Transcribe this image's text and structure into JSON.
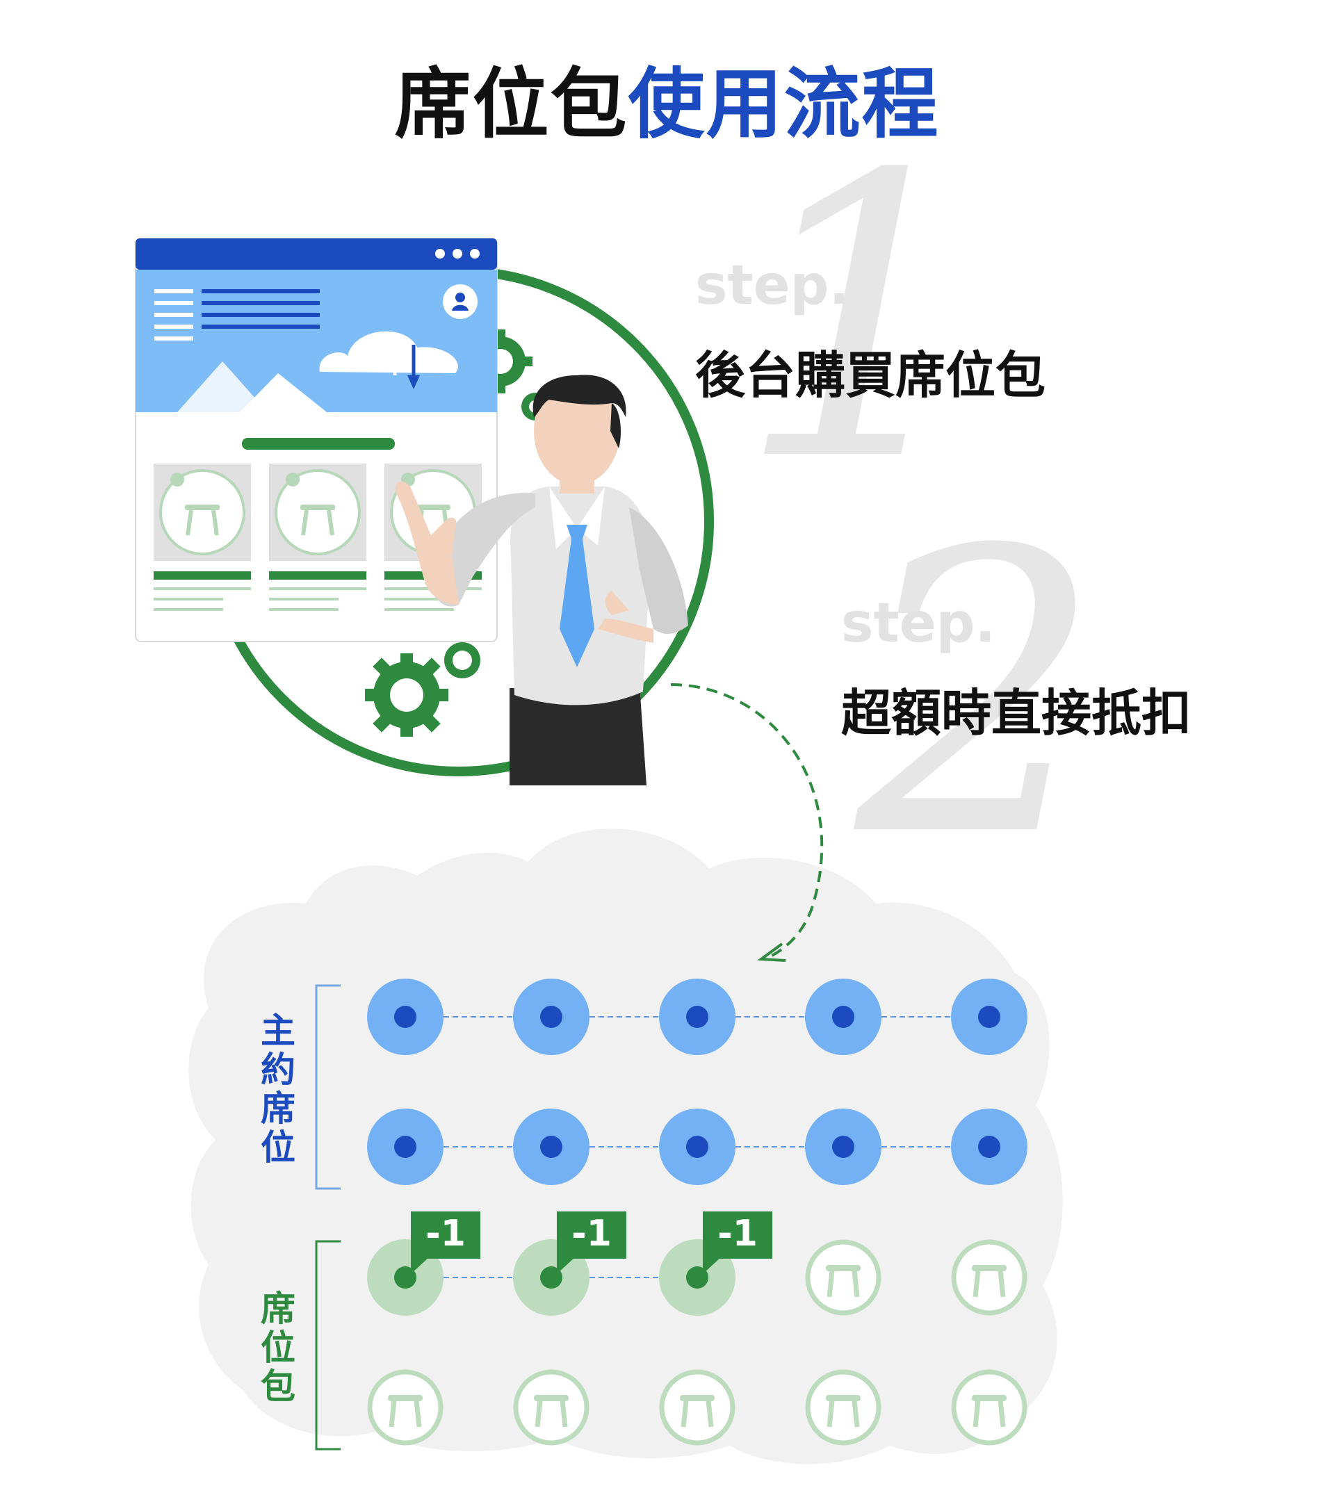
{
  "title": {
    "part1": "席位包",
    "part2": "使用流程"
  },
  "steps": [
    {
      "label": "step.",
      "number": "1",
      "text": "後台購買席位包"
    },
    {
      "label": "step.",
      "number": "2",
      "text": "超額時直接抵扣"
    }
  ],
  "groups": {
    "main": {
      "label": "主約席位",
      "color": "#1c4bbf"
    },
    "pack": {
      "label": "席位包",
      "color": "#2e8a3e"
    }
  },
  "deduction_badge": "-1",
  "colors": {
    "blue_dark": "#1c4bbf",
    "blue_light": "#74b1f4",
    "green_dark": "#2e8a3e",
    "green_light": "#bcdcbd"
  }
}
